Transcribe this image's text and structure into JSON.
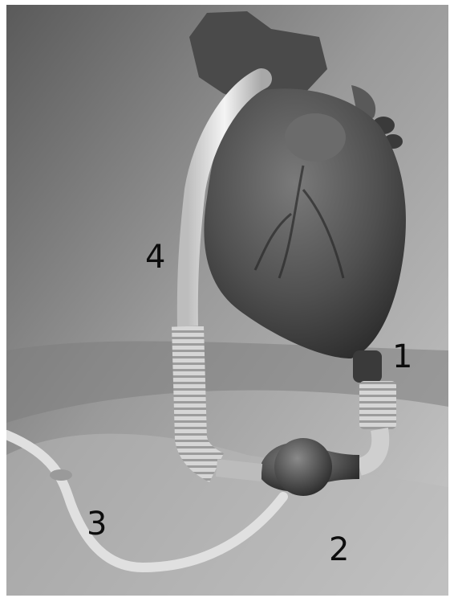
{
  "image": {
    "alt_description": "",
    "tone": "grayscale",
    "colors": {
      "background": "#9a9a9a",
      "heart": "#4e4e4e",
      "tube": "#d9d9d9",
      "pump": "#454545"
    }
  },
  "labels": [
    {
      "id": "1",
      "text": "1"
    },
    {
      "id": "2",
      "text": "2"
    },
    {
      "id": "3",
      "text": "3"
    },
    {
      "id": "4",
      "text": "4"
    }
  ]
}
